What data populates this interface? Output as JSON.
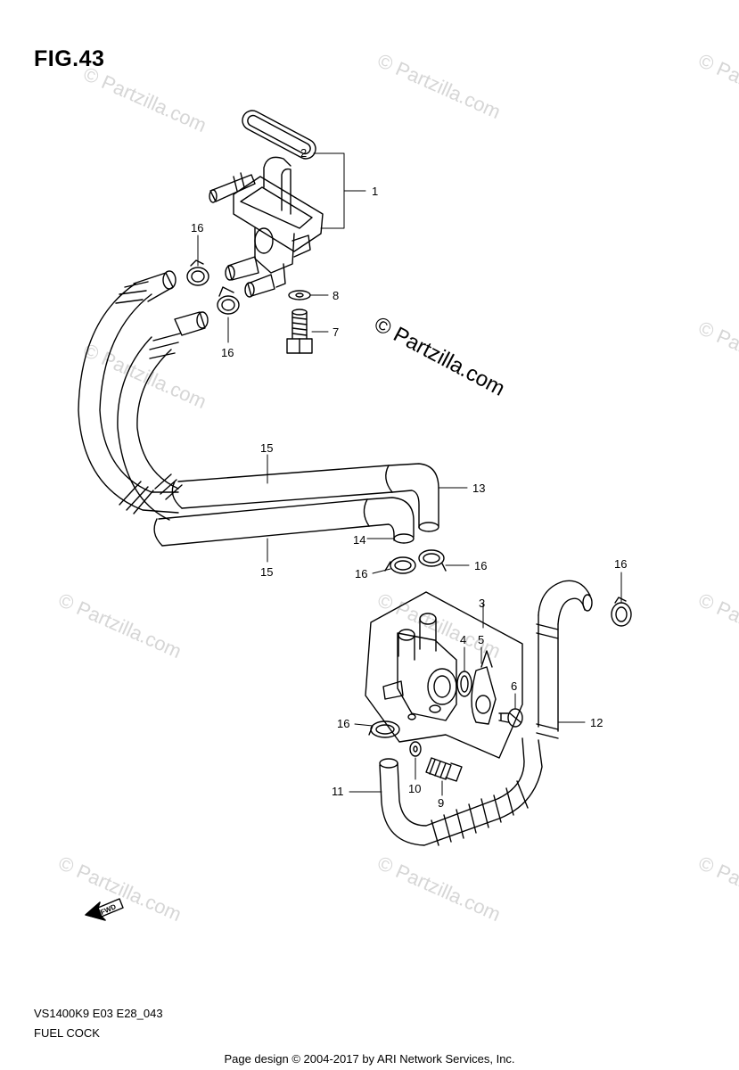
{
  "figure": {
    "title": "FIG.43",
    "code": "VS1400K9 E03 E28_043",
    "name": "FUEL COCK"
  },
  "watermark": {
    "text": "© Partzilla.com",
    "center_text": "© Partzilla.com"
  },
  "fwd_label": "FWD",
  "footer": {
    "text": "Page design © 2004-2017 by ARI Network Services, Inc."
  },
  "callouts": [
    {
      "num": "1"
    },
    {
      "num": "2"
    },
    {
      "num": "3"
    },
    {
      "num": "4"
    },
    {
      "num": "5"
    },
    {
      "num": "6"
    },
    {
      "num": "7"
    },
    {
      "num": "8"
    },
    {
      "num": "9"
    },
    {
      "num": "10"
    },
    {
      "num": "11"
    },
    {
      "num": "12"
    },
    {
      "num": "13"
    },
    {
      "num": "14"
    },
    {
      "num": "15"
    },
    {
      "num": "15"
    },
    {
      "num": "16"
    },
    {
      "num": "16"
    },
    {
      "num": "16"
    },
    {
      "num": "16"
    },
    {
      "num": "16"
    },
    {
      "num": "16"
    }
  ]
}
